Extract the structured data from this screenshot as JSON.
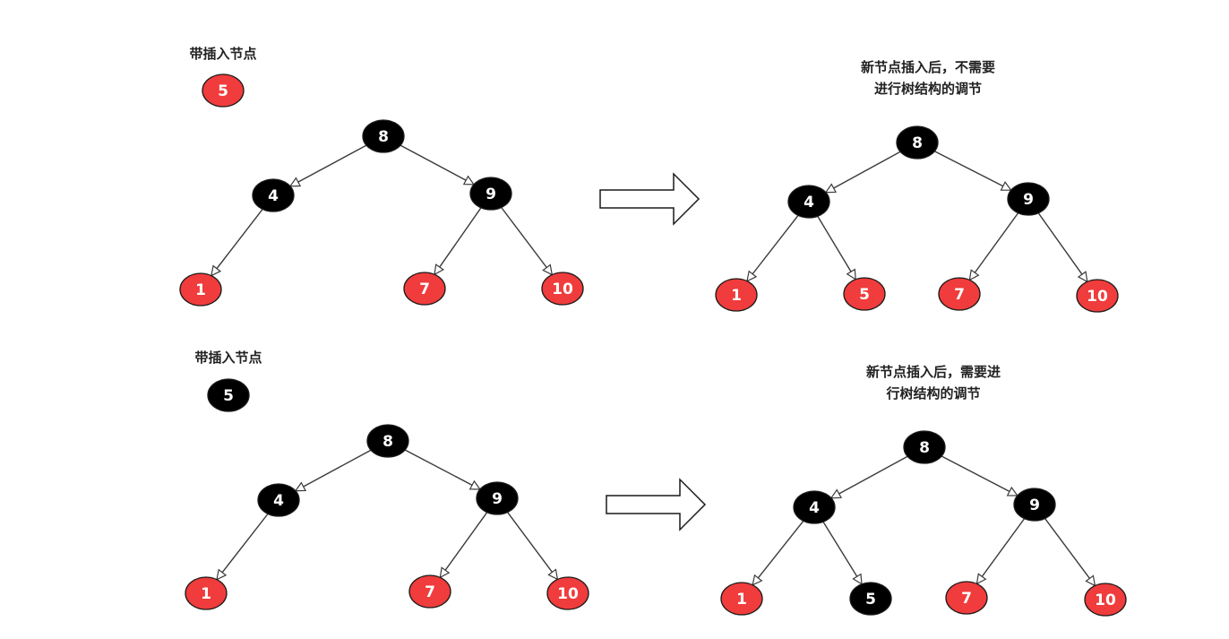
{
  "colors": {
    "red_node": "#f03c3c",
    "black_node": "#000000",
    "node_text": "#ffffff",
    "edge": "#3a3a3a",
    "caption": "#222222",
    "outline": "#1a1a1a"
  },
  "scenarios": [
    {
      "id": "red-insert",
      "pending": {
        "caption": "带插入节点",
        "value": "5",
        "color": "red"
      },
      "before": {
        "nodes": [
          {
            "id": "n8",
            "value": "8",
            "color": "black"
          },
          {
            "id": "n4",
            "value": "4",
            "color": "black"
          },
          {
            "id": "n9",
            "value": "9",
            "color": "black"
          },
          {
            "id": "n1",
            "value": "1",
            "color": "red"
          },
          {
            "id": "n7",
            "value": "7",
            "color": "red"
          },
          {
            "id": "n10",
            "value": "10",
            "color": "red"
          }
        ],
        "edges": [
          [
            "n8",
            "n4"
          ],
          [
            "n8",
            "n9"
          ],
          [
            "n4",
            "n1"
          ],
          [
            "n9",
            "n7"
          ],
          [
            "n9",
            "n10"
          ]
        ]
      },
      "after": {
        "caption_lines": [
          "新节点插入后，不需要",
          "进行树结构的调节"
        ],
        "nodes": [
          {
            "id": "m8",
            "value": "8",
            "color": "black"
          },
          {
            "id": "m4",
            "value": "4",
            "color": "black"
          },
          {
            "id": "m9",
            "value": "9",
            "color": "black"
          },
          {
            "id": "m1",
            "value": "1",
            "color": "red"
          },
          {
            "id": "m5",
            "value": "5",
            "color": "red"
          },
          {
            "id": "m7",
            "value": "7",
            "color": "red"
          },
          {
            "id": "m10",
            "value": "10",
            "color": "red"
          }
        ],
        "edges": [
          [
            "m8",
            "m4"
          ],
          [
            "m8",
            "m9"
          ],
          [
            "m4",
            "m1"
          ],
          [
            "m4",
            "m5"
          ],
          [
            "m9",
            "m7"
          ],
          [
            "m9",
            "m10"
          ]
        ]
      }
    },
    {
      "id": "black-insert",
      "pending": {
        "caption": "带插入节点",
        "value": "5",
        "color": "black"
      },
      "before": {
        "nodes": [
          {
            "id": "n8",
            "value": "8",
            "color": "black"
          },
          {
            "id": "n4",
            "value": "4",
            "color": "black"
          },
          {
            "id": "n9",
            "value": "9",
            "color": "black"
          },
          {
            "id": "n1",
            "value": "1",
            "color": "red"
          },
          {
            "id": "n7",
            "value": "7",
            "color": "red"
          },
          {
            "id": "n10",
            "value": "10",
            "color": "red"
          }
        ],
        "edges": [
          [
            "n8",
            "n4"
          ],
          [
            "n8",
            "n9"
          ],
          [
            "n4",
            "n1"
          ],
          [
            "n9",
            "n7"
          ],
          [
            "n9",
            "n10"
          ]
        ]
      },
      "after": {
        "caption_lines": [
          "新节点插入后，需要进",
          "行树结构的调节"
        ],
        "nodes": [
          {
            "id": "m8",
            "value": "8",
            "color": "black"
          },
          {
            "id": "m4",
            "value": "4",
            "color": "black"
          },
          {
            "id": "m9",
            "value": "9",
            "color": "black"
          },
          {
            "id": "m1",
            "value": "1",
            "color": "red"
          },
          {
            "id": "m5",
            "value": "5",
            "color": "black"
          },
          {
            "id": "m7",
            "value": "7",
            "color": "red"
          },
          {
            "id": "m10",
            "value": "10",
            "color": "red"
          }
        ],
        "edges": [
          [
            "m8",
            "m4"
          ],
          [
            "m8",
            "m9"
          ],
          [
            "m4",
            "m1"
          ],
          [
            "m4",
            "m5"
          ],
          [
            "m9",
            "m7"
          ],
          [
            "m9",
            "m10"
          ]
        ]
      }
    }
  ]
}
